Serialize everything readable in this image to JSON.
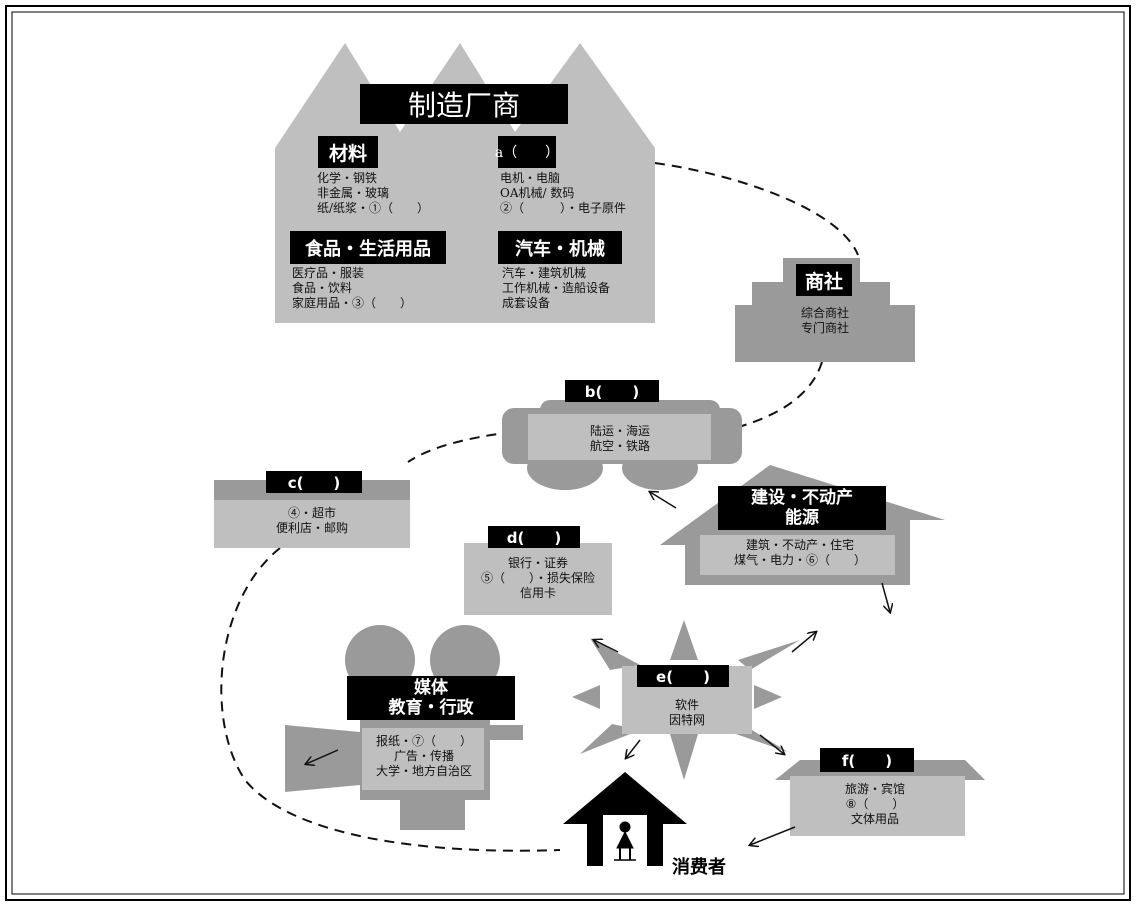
{
  "manufacturer": {
    "title": "制造厂商",
    "materials": {
      "label": "材料",
      "lines": [
        "化学・钢铁",
        "非金属・玻璃",
        "纸/纸浆・①（　　）"
      ]
    },
    "blank_a": {
      "label": "a（　　）",
      "lines": [
        "电机・电脑",
        "OA机械/ 数码",
        "②（　　　）・电子原件"
      ]
    },
    "food": {
      "label": "食品・生活用品",
      "lines": [
        "医疗品・服装",
        "食品・饮料",
        "家庭用品・③（　　）"
      ]
    },
    "auto": {
      "label": "汽车・机械",
      "lines": [
        "汽车・建筑机械",
        "工作机械・造船设备",
        "成套设备"
      ]
    }
  },
  "trading": {
    "label": "商社",
    "lines": [
      "综合商社",
      "专门商社"
    ]
  },
  "transport": {
    "label": "b(　　)",
    "lines": [
      "陆运・海运",
      "航空・铁路"
    ]
  },
  "retail": {
    "label": "c(　　)",
    "lines": [
      "④・超市",
      "便利店・邮购"
    ]
  },
  "finance": {
    "label": "d(　　)",
    "lines": [
      "银行・证券",
      "⑤（　　）・损失保险",
      "信用卡"
    ]
  },
  "construction": {
    "label_line1": "建设・不动产",
    "label_line2": "能源",
    "lines": [
      "建筑・不动产・住宅",
      "煤气・电力・⑥（　　）"
    ]
  },
  "media": {
    "label_line1": "媒体",
    "label_line2": "教育・行政",
    "lines": [
      "报纸・⑦（　　）",
      "广告・传播",
      "大学・地方自治区"
    ]
  },
  "it": {
    "label": "e(　　)",
    "lines": [
      "软件",
      "因特网"
    ]
  },
  "leisure": {
    "label": "f(　　)",
    "lines": [
      "旅游・宾馆",
      "⑧（　　）",
      "文体用品"
    ]
  },
  "consumer": {
    "label": "消费者"
  },
  "colors": {
    "block": "#bfbfbf",
    "block_dark": "#9a9a9a",
    "label_bg": "#000000",
    "line": "#111111"
  }
}
